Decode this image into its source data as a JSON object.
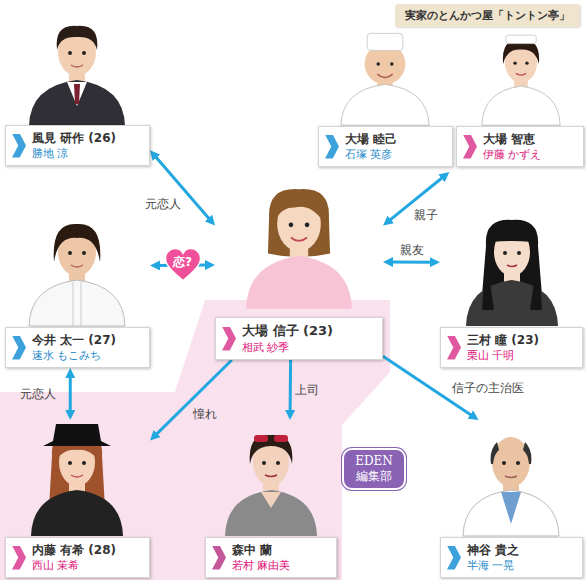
{
  "diagram": {
    "nodes": [
      {
        "text": [
          "風見 研作 (26)",
          "勝地 涼"
        ]
      },
      {
        "text": [
          "実家のとんかつ屋「トントン亭」"
        ]
      },
      {
        "text": [
          "大場 睦己",
          "石塚 英彦"
        ],
        "in": 1
      },
      {
        "text": [
          "大場 智恵",
          "伊藤 かずえ"
        ],
        "in": 1
      },
      {
        "text": [
          "今井 太一 (27)",
          "速水 もこみち"
        ]
      },
      {
        "text": [
          "大場 信子 (23)",
          "相武 紗季"
        ]
      },
      {
        "text": [
          "三村 瞳 (23)",
          "栗山 千明"
        ]
      },
      {
        "text": [
          "EDEN 編集部"
        ]
      },
      {
        "text": [
          "内藤 有希 (28)",
          "西山 茉希"
        ]
      },
      {
        "text": [
          "森中 蘭",
          "若村 麻由美"
        ]
      },
      {
        "text": [
          "神谷 貴之",
          "半海 一晃"
        ]
      }
    ],
    "edges": [
      {
        "from": 0,
        "to": 5,
        "label": "元恋人",
        "arrow": "both"
      },
      {
        "from": 4,
        "to": 5,
        "label": "恋?",
        "arrow": "both"
      },
      {
        "from": 5,
        "to": 1,
        "label": "親子",
        "arrow": "both"
      },
      {
        "from": 5,
        "to": 6,
        "label": "親友",
        "arrow": "both"
      },
      {
        "from": 5,
        "to": 8,
        "label": "憧れ",
        "arrow": "to"
      },
      {
        "from": 5,
        "to": 9,
        "label": "上司",
        "arrow": "to"
      },
      {
        "from": 5,
        "to": 10,
        "label": "信子の主治医",
        "arrow": "to"
      },
      {
        "from": 4,
        "to": 8,
        "label": "元恋人",
        "arrow": "both"
      }
    ]
  }
}
